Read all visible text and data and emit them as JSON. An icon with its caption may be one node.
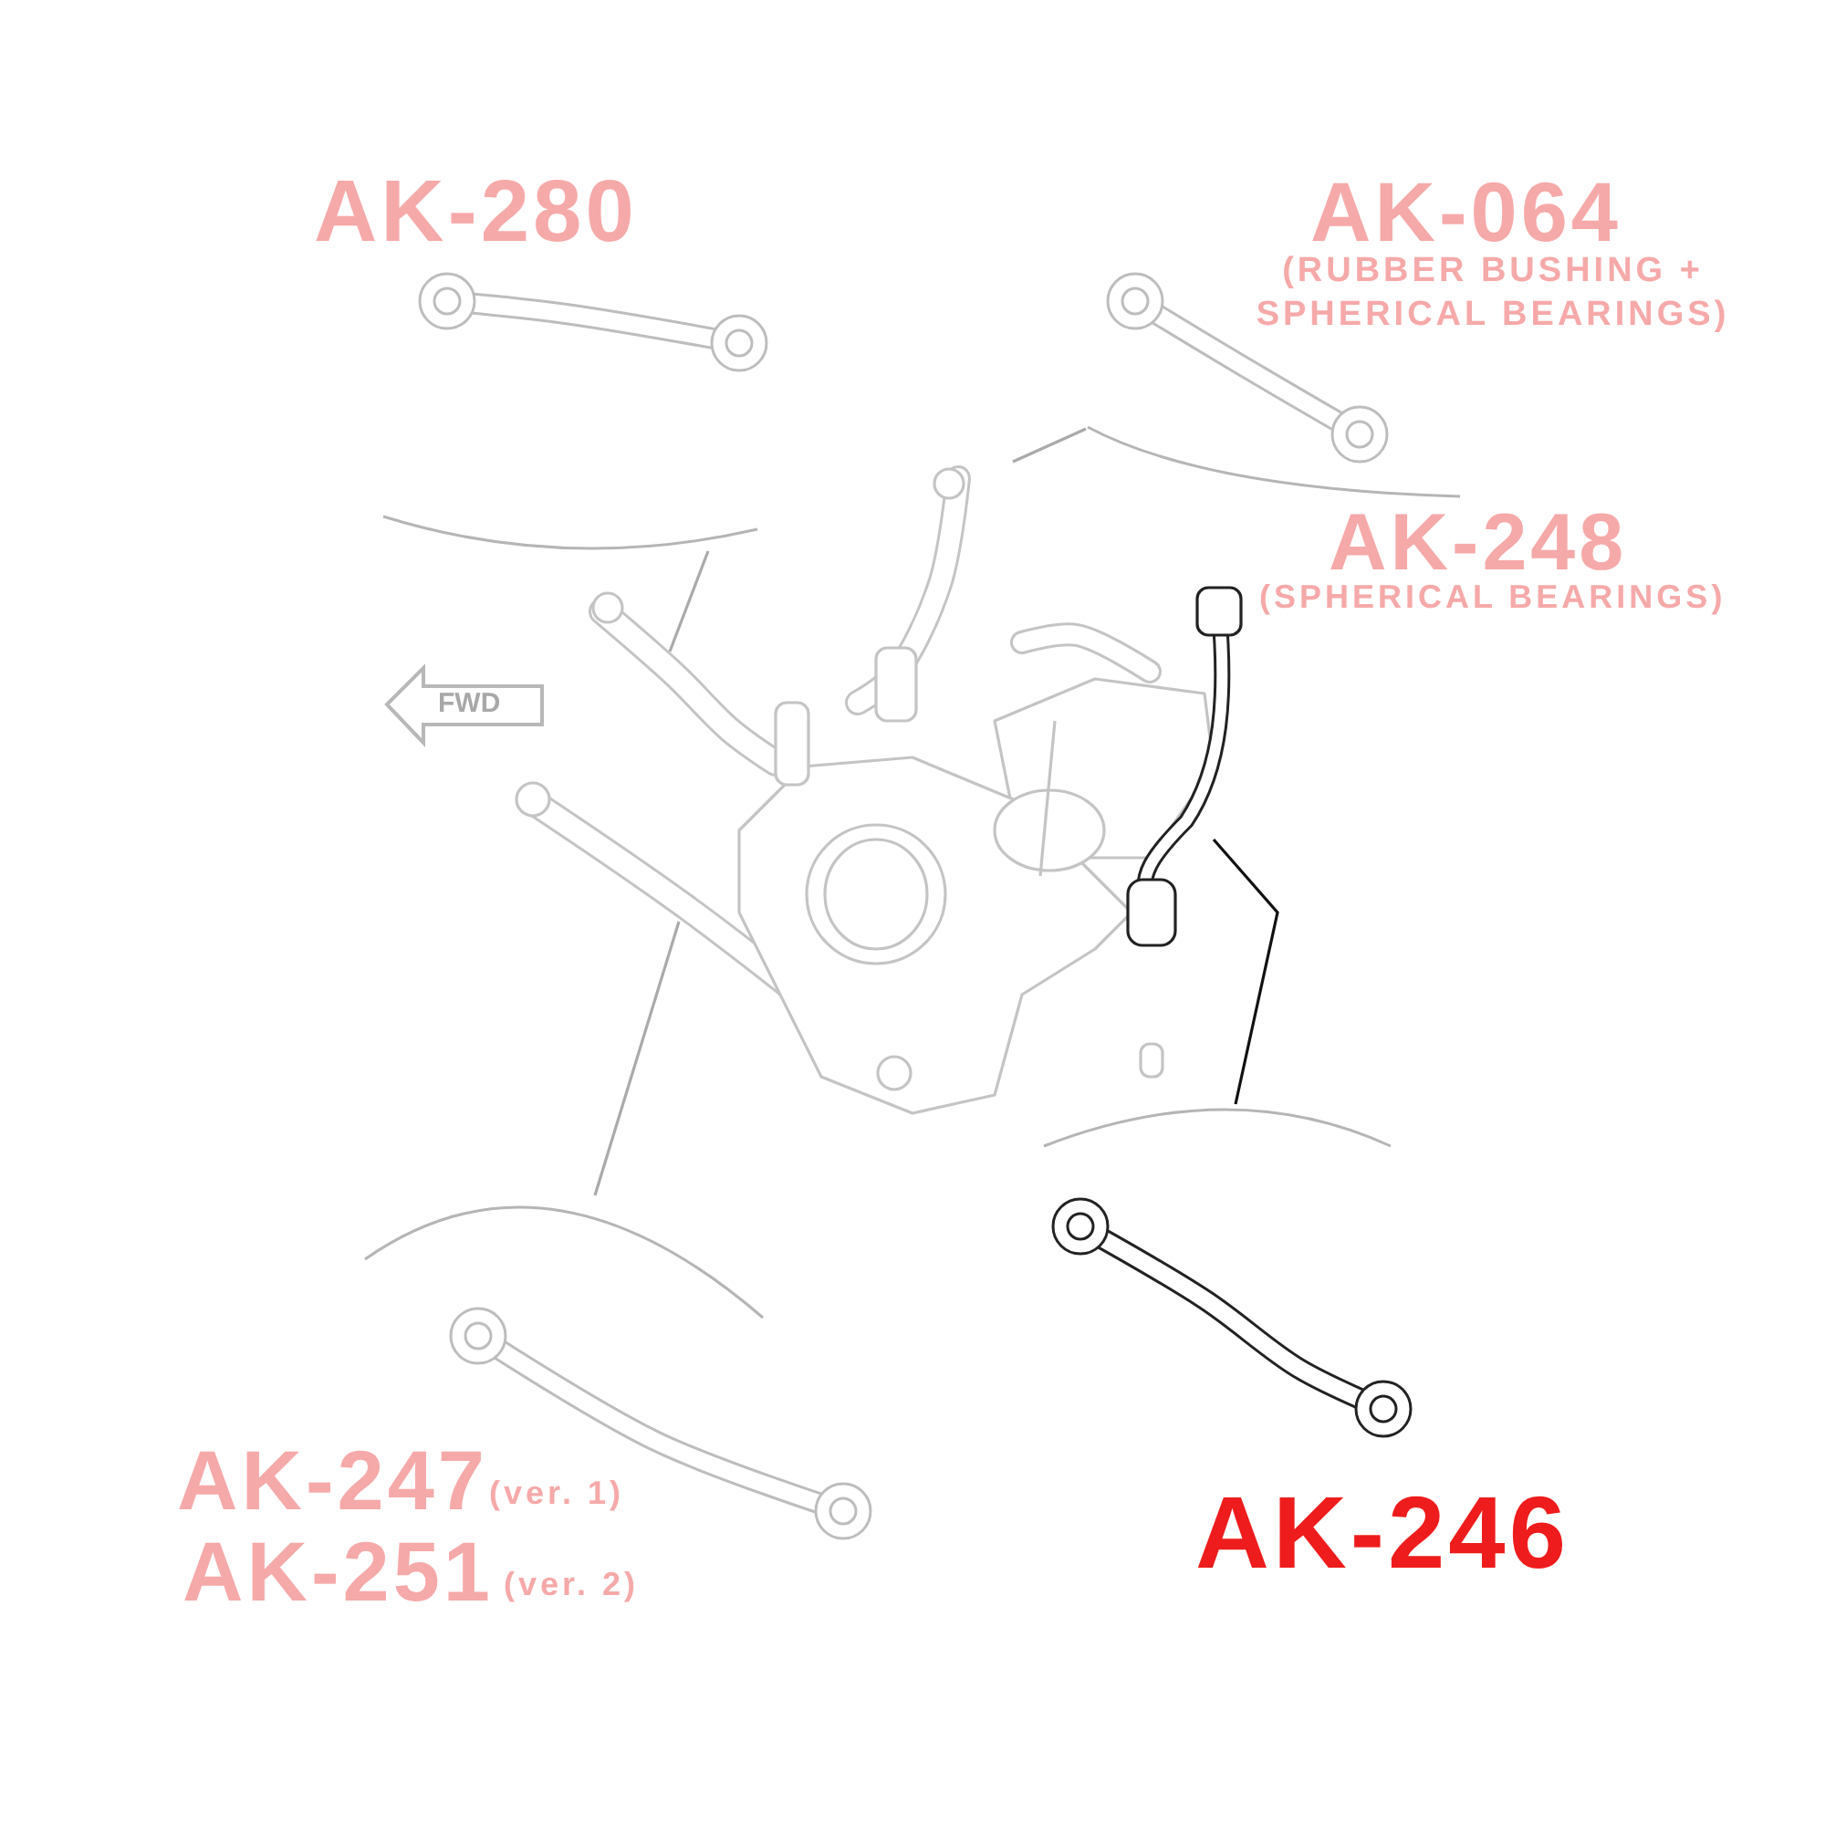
{
  "diagram": {
    "nodes": [
      {
        "text": [
          "AK-280"
        ]
      },
      {
        "text": [
          "AK-064",
          "(RUBBER BUSHING + SPHERICAL BEARINGS)"
        ]
      },
      {
        "text": [
          "AK-248",
          "(SPHERICAL BEARINGS)"
        ]
      },
      {
        "text": [],
        "shape": "picture"
      },
      {
        "text": [
          "AK-247",
          "(ver. 1)",
          "AK-251",
          "(ver. 2)"
        ]
      },
      {
        "text": [
          "AK-246"
        ]
      }
    ],
    "edges": [
      {
        "from": 0,
        "to": 3,
        "arrow": "none"
      },
      {
        "from": 1,
        "to": 3,
        "arrow": "none"
      },
      {
        "from": 4,
        "to": 3,
        "arrow": "none"
      },
      {
        "from": 5,
        "to": 3,
        "arrow": "none",
        "color": "#111111"
      }
    ],
    "labels": [
      "FWD"
    ]
  }
}
